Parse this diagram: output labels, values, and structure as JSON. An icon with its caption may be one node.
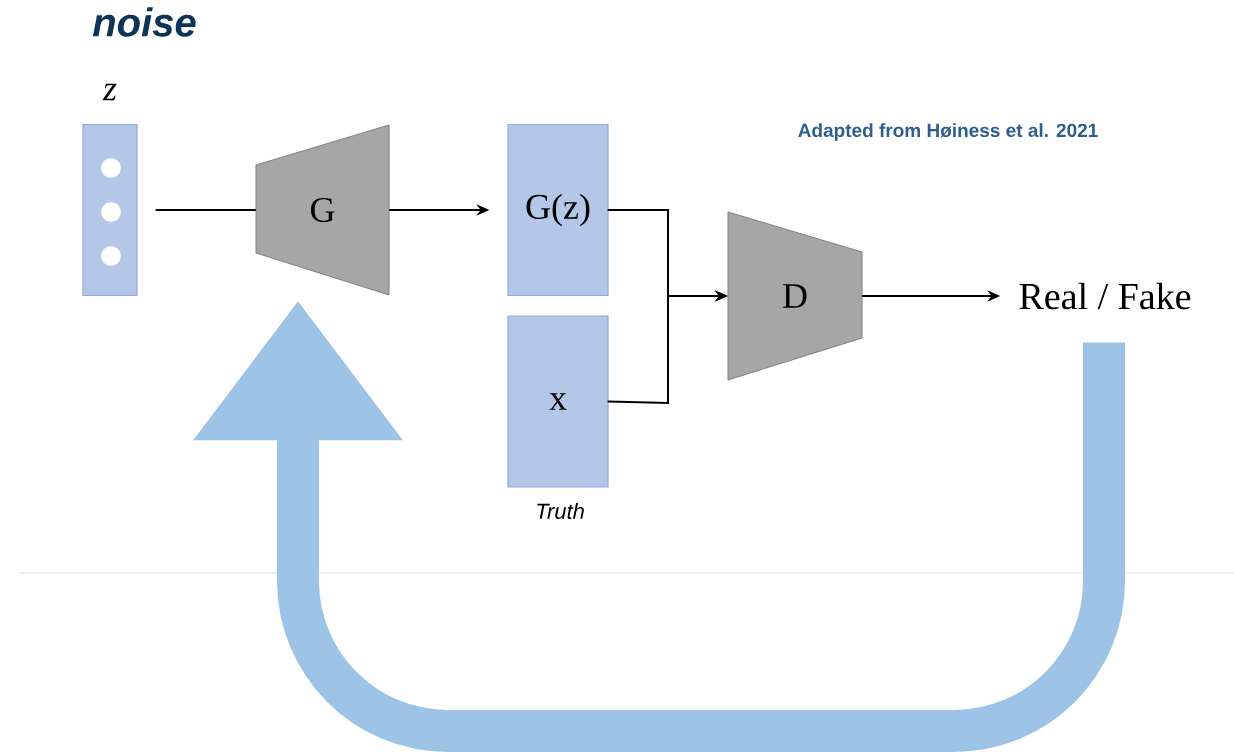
{
  "diagram": {
    "title": "noise",
    "nodes": [
      {
        "text": [
          "z"
        ]
      },
      {
        "text": [
          "G"
        ]
      },
      {
        "text": [
          "G(z)"
        ]
      },
      {
        "text": [
          "x"
        ],
        "beside": [
          "Truth"
        ]
      },
      {
        "text": [
          "D"
        ]
      },
      {
        "text": [
          "Real / Fake"
        ]
      }
    ],
    "edges": [
      {
        "from": 0,
        "to": 1,
        "arrow": "none"
      },
      {
        "from": 1,
        "to": 2,
        "arrow": "to"
      },
      {
        "from": 2,
        "to": 4,
        "arrow": "to"
      },
      {
        "from": 3,
        "to": 4,
        "arrow": "to"
      },
      {
        "from": 4,
        "to": 5,
        "arrow": "to"
      },
      {
        "from": 5,
        "to": 1,
        "arrow": "to",
        "style": "thick",
        "color": "#9dc3e6"
      }
    ],
    "labels": [
      "Adapted from Høiness et al. 2021"
    ]
  }
}
